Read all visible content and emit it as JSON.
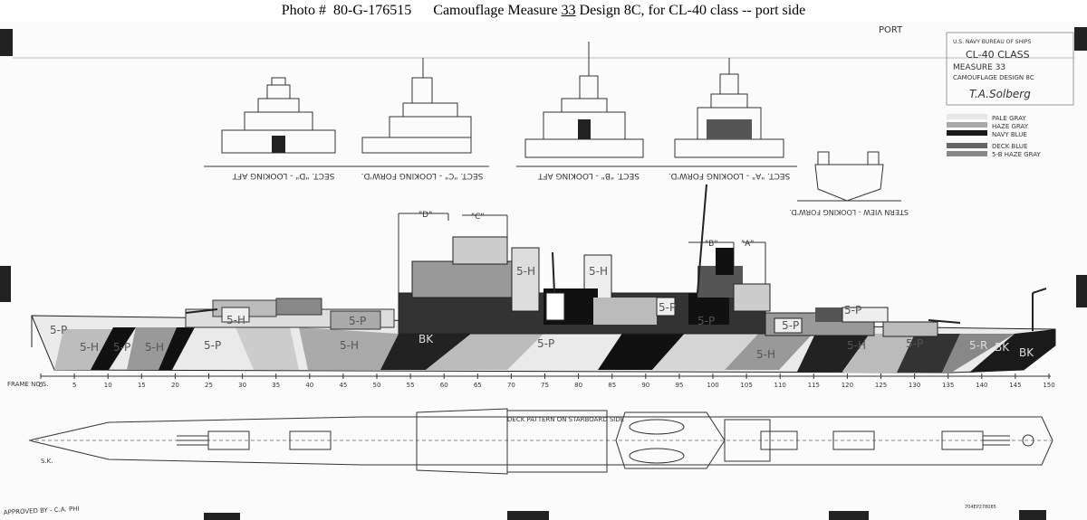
{
  "caption": {
    "photo_no": "Photo #  80-G-176515",
    "title_a": "Camouflage Measure ",
    "measure_no": "33",
    "title_b": " Design 8C, for CL-40 class -- port side"
  },
  "sheet": {
    "side_note": "PORT",
    "title_block": {
      "line1": "U.S. NAVY BUREAU OF SHIPS",
      "line2": "CL-40 CLASS",
      "line3": "MEASURE 33",
      "line4": "CAMOUFLAGE DESIGN 8C",
      "signature": "T.A.Solberg"
    },
    "legend": [
      {
        "label": "PALE GRAY",
        "color": "#e6e6e6"
      },
      {
        "label": "HAZE GRAY",
        "color": "#a9a9a9"
      },
      {
        "label": "NAVY BLUE",
        "color": "#1a1a1a"
      },
      {
        "label": "DECK BLUE",
        "color": "#666666"
      },
      {
        "label": "5-B HAZE GRAY",
        "color": "#888888"
      }
    ],
    "sections": [
      {
        "label": "SECT. \"D\" - LOOKING AFT"
      },
      {
        "label": "SECT. \"C\" - LOOKING FORW'D."
      },
      {
        "label": "SECT. \"B\" - LOOKING AFT"
      },
      {
        "label": "SECT. \"A\" - LOOKING FORW'D."
      },
      {
        "label": "STERN VIEW - LOOKING FORW'D."
      }
    ],
    "section_marks": [
      "\"D\"",
      "\"C\"",
      "\"B\"",
      "\"A\""
    ],
    "pattern_labels": [
      "5-P",
      "5-H",
      "5-P",
      "5-H",
      "5-P",
      "5-H",
      "BK",
      "5-P",
      "5-H",
      "5-P",
      "5-H",
      "5-P",
      "5-H",
      "5-P",
      "5-P",
      "5-H",
      "BK",
      "5-R",
      "5-P",
      "5-H",
      "5-P",
      "BK"
    ],
    "frame_row_label": "FRAME NO'S.",
    "frame_numbers": [
      "0",
      "5",
      "10",
      "15",
      "20",
      "25",
      "30",
      "35",
      "40",
      "45",
      "50",
      "55",
      "60",
      "65",
      "70",
      "75",
      "80",
      "85",
      "90",
      "95",
      "100",
      "105",
      "110",
      "115",
      "120",
      "125",
      "130",
      "135",
      "140",
      "145",
      "150"
    ],
    "deck_note": "DECK PATTERN ON STARBOARD SIDE",
    "initials": "S.K.",
    "approval": "APPROVED BY - C.A. PHI",
    "drawing_no": "704EP278085"
  }
}
